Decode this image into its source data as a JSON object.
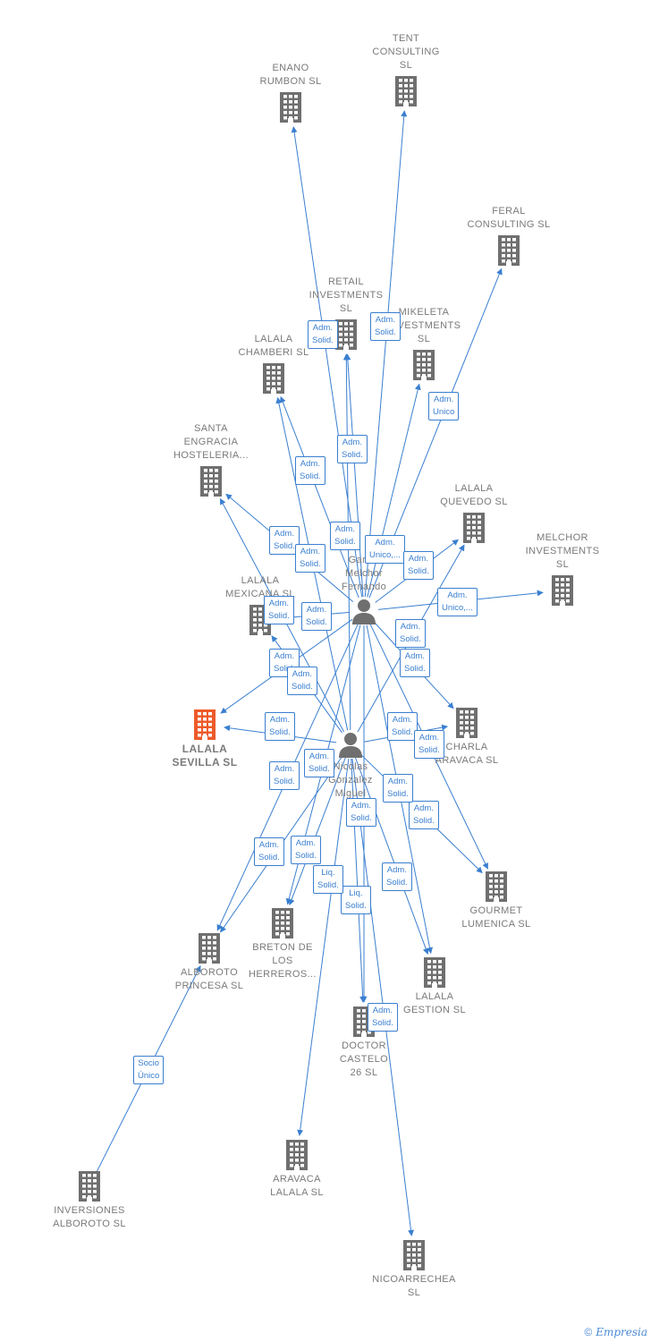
{
  "colors": {
    "edge": "#3a7fd0",
    "node": "#6f6f6f",
    "focus": "#ee5a2a",
    "text": "#7a7a7a"
  },
  "nodes": [
    {
      "id": "enano",
      "label": "ENANO\nRUMBON  SL",
      "kind": "company"
    },
    {
      "id": "tent",
      "label": "TENT\nCONSULTING\nSL",
      "kind": "company"
    },
    {
      "id": "feral",
      "label": "FERAL\nCONSULTING SL",
      "kind": "company"
    },
    {
      "id": "retail",
      "label": "RETAIL\nINVESTMENTS\nSL",
      "kind": "company"
    },
    {
      "id": "mikeleta",
      "label": "MIKELETA\nINVESTMENTS\nSL",
      "kind": "company"
    },
    {
      "id": "chamberi",
      "label": "LALALA\nCHAMBERI  SL",
      "kind": "company"
    },
    {
      "id": "santa",
      "label": "SANTA\nENGRACIA\nHOSTELERIA...",
      "kind": "company"
    },
    {
      "id": "quevedo",
      "label": "LALALA\nQUEVEDO  SL",
      "kind": "company"
    },
    {
      "id": "melchor",
      "label": "MELCHOR\nINVESTMENTS\nSL",
      "kind": "company"
    },
    {
      "id": "mexicana",
      "label": "LALALA\nMEXICANA  SL",
      "kind": "company"
    },
    {
      "id": "garcia",
      "label": "Garcia\nMelchor\nFernando",
      "kind": "person"
    },
    {
      "id": "sevilla",
      "label": "LALALA\nSEVILLA  SL",
      "kind": "focus"
    },
    {
      "id": "charla",
      "label": "CHARLA\nARAVACA  SL",
      "kind": "company"
    },
    {
      "id": "nicolas",
      "label": "Nicolas\nGonzalez\nMiguel",
      "kind": "person"
    },
    {
      "id": "gourmet",
      "label": "GOURMET\nLUMENICA  SL",
      "kind": "company"
    },
    {
      "id": "alboroto",
      "label": "ALBOROTO\nPRINCESA  SL",
      "kind": "company"
    },
    {
      "id": "breton",
      "label": "BRETON DE\nLOS\nHERREROS...",
      "kind": "company"
    },
    {
      "id": "gestion",
      "label": "LALALA\nGESTION  SL",
      "kind": "company"
    },
    {
      "id": "doctor",
      "label": "DOCTOR\nCASTELO\n26  SL",
      "kind": "company"
    },
    {
      "id": "inversiones",
      "label": "INVERSIONES\nALBOROTO  SL",
      "kind": "company"
    },
    {
      "id": "aravaca",
      "label": "ARAVACA\nLALALA  SL",
      "kind": "company"
    },
    {
      "id": "nicoarrechea",
      "label": "NICOARRECHEA\nSL",
      "kind": "company"
    }
  ],
  "edges": [
    {
      "from": "garcia",
      "to": "enano",
      "label": "Adm.\nSolid."
    },
    {
      "from": "garcia",
      "to": "tent",
      "label": "Adm.\nSolid."
    },
    {
      "from": "garcia",
      "to": "feral",
      "label": "Adm.\nUnico"
    },
    {
      "from": "garcia",
      "to": "retail",
      "label": "Adm.\nSolid."
    },
    {
      "from": "garcia",
      "to": "mikeleta",
      "label": "Adm.\nUnico,..."
    },
    {
      "from": "garcia",
      "to": "chamberi",
      "label": "Adm.\nSolid."
    },
    {
      "from": "garcia",
      "to": "santa",
      "label": "Adm.\nSolid."
    },
    {
      "from": "garcia",
      "to": "quevedo",
      "label": "Adm.\nSolid."
    },
    {
      "from": "garcia",
      "to": "melchor",
      "label": "Adm.\nUnico,..."
    },
    {
      "from": "garcia",
      "to": "mexicana",
      "label": "Adm.\nSolid."
    },
    {
      "from": "garcia",
      "to": "sevilla",
      "label": "Adm.\nSolid."
    },
    {
      "from": "garcia",
      "to": "charla",
      "label": "Adm.\nSolid."
    },
    {
      "from": "garcia",
      "to": "gourmet",
      "label": "Adm.\nSolid."
    },
    {
      "from": "garcia",
      "to": "alboroto",
      "label": "Adm.\nSolid."
    },
    {
      "from": "garcia",
      "to": "breton",
      "label": "Adm.\nSolid."
    },
    {
      "from": "garcia",
      "to": "gestion",
      "label": "Adm.\nSolid."
    },
    {
      "from": "garcia",
      "to": "doctor",
      "label": "Liq.\nSolid."
    },
    {
      "from": "nicolas",
      "to": "retail",
      "label": "Adm.\nSolid."
    },
    {
      "from": "nicolas",
      "to": "chamberi",
      "label": "Adm.\nSolid."
    },
    {
      "from": "nicolas",
      "to": "santa",
      "label": "Adm.\nSolid."
    },
    {
      "from": "nicolas",
      "to": "quevedo",
      "label": "Adm.\nSolid."
    },
    {
      "from": "nicolas",
      "to": "mexicana",
      "label": "Adm.\nSolid."
    },
    {
      "from": "nicolas",
      "to": "sevilla",
      "label": "Adm.\nSolid."
    },
    {
      "from": "nicolas",
      "to": "charla",
      "label": "Adm.\nSolid."
    },
    {
      "from": "nicolas",
      "to": "gourmet",
      "label": "Adm.\nSolid."
    },
    {
      "from": "nicolas",
      "to": "alboroto",
      "label": "Adm.\nSolid."
    },
    {
      "from": "nicolas",
      "to": "breton",
      "label": "Adm.\nSolid."
    },
    {
      "from": "nicolas",
      "to": "gestion",
      "label": "Adm.\nSolid."
    },
    {
      "from": "nicolas",
      "to": "doctor",
      "label": "Liq.\nSolid."
    },
    {
      "from": "nicolas",
      "to": "aravaca",
      "label": "Adm.\nSolid."
    },
    {
      "from": "nicolas",
      "to": "nicoarrechea",
      "label": "Adm.\nSolid."
    },
    {
      "from": "inversiones",
      "to": "alboroto",
      "label": "Socio\nÚnico"
    }
  ],
  "footer": {
    "copyright": "©",
    "brand": "Empresia"
  }
}
